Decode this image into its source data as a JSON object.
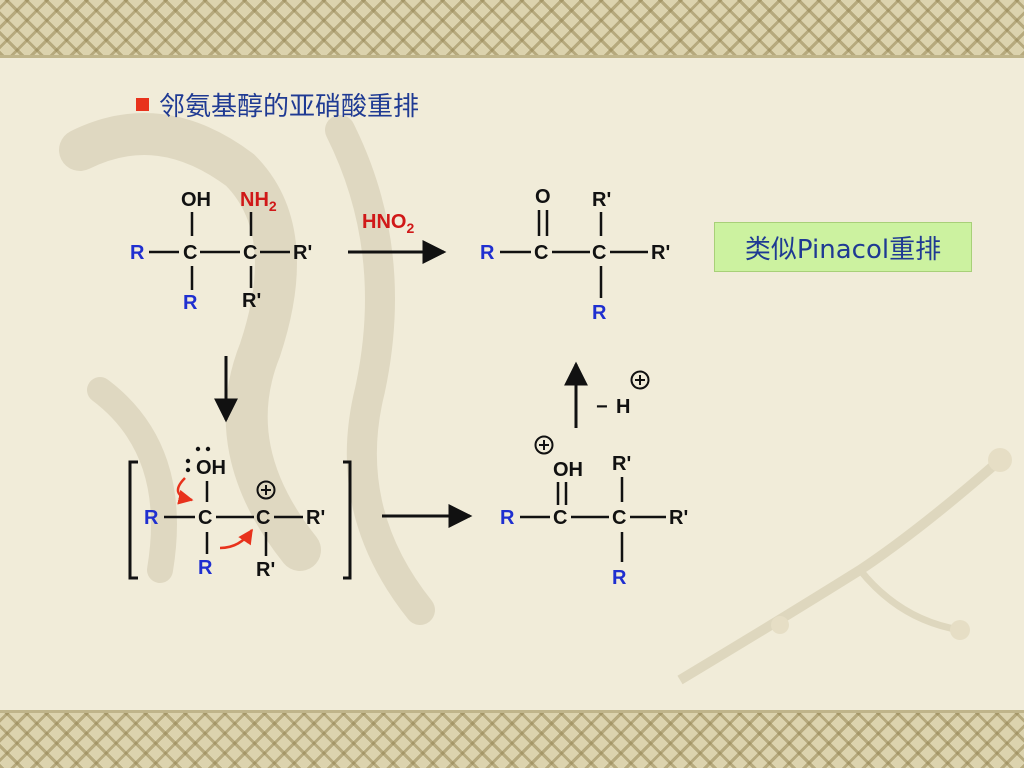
{
  "slide": {
    "title": "邻氨基醇的亚硝酸重排",
    "badge": "类似Pinacol重排"
  },
  "labels": {
    "R": "R",
    "Rp": "R'",
    "C": "C",
    "OH": "OH",
    "NH": "NH",
    "sub2": "2",
    "O": "O",
    "HNO": "HNO",
    "H": "H",
    "plus": "+",
    "minus": "−",
    "lonepair": ":"
  },
  "colors": {
    "title": "#1f3a93",
    "R_group": "#1f2fd0",
    "reagent": "#d01818",
    "curved_arrow": "#e8321c",
    "badge_bg": "#ccf2a0"
  }
}
